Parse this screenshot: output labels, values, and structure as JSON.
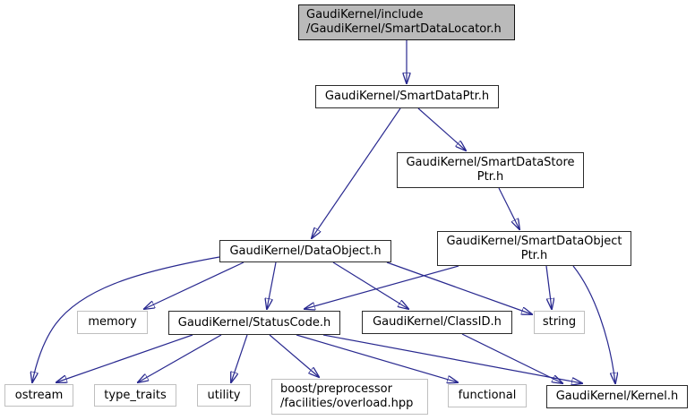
{
  "diagram": {
    "kind": "include-dependency-graph",
    "colors": {
      "edge": "#28288f",
      "node_border": "#2b2b2b",
      "leaf_border": "#bfbfbf",
      "root_fill": "#bababa",
      "node_fill": "#ffffff",
      "background": "#ffffff"
    },
    "nodes": {
      "locator": {
        "label": "GaudiKernel/include\n/GaudiKernel/SmartDataLocator.h"
      },
      "smartdataptr": {
        "label": "GaudiKernel/SmartDataPtr.h"
      },
      "storeptr": {
        "label": "GaudiKernel/SmartDataStore\nPtr.h"
      },
      "dataobject": {
        "label": "GaudiKernel/DataObject.h"
      },
      "objectptr": {
        "label": "GaudiKernel/SmartDataObject\nPtr.h"
      },
      "memory": {
        "label": "memory"
      },
      "statuscode": {
        "label": "GaudiKernel/StatusCode.h"
      },
      "classid": {
        "label": "GaudiKernel/ClassID.h"
      },
      "string": {
        "label": "string"
      },
      "ostream": {
        "label": "ostream"
      },
      "type_traits": {
        "label": "type_traits"
      },
      "utility": {
        "label": "utility"
      },
      "boost": {
        "label": "boost/preprocessor\n/facilities/overload.hpp"
      },
      "functional": {
        "label": "functional"
      },
      "kernel": {
        "label": "GaudiKernel/Kernel.h"
      }
    },
    "edges": [
      {
        "from": "locator",
        "to": "smartdataptr"
      },
      {
        "from": "smartdataptr",
        "to": "dataobject"
      },
      {
        "from": "smartdataptr",
        "to": "storeptr"
      },
      {
        "from": "storeptr",
        "to": "objectptr"
      },
      {
        "from": "dataobject",
        "to": "ostream"
      },
      {
        "from": "dataobject",
        "to": "memory"
      },
      {
        "from": "dataobject",
        "to": "statuscode"
      },
      {
        "from": "dataobject",
        "to": "classid"
      },
      {
        "from": "dataobject",
        "to": "string"
      },
      {
        "from": "objectptr",
        "to": "statuscode"
      },
      {
        "from": "objectptr",
        "to": "string"
      },
      {
        "from": "objectptr",
        "to": "kernel"
      },
      {
        "from": "statuscode",
        "to": "ostream"
      },
      {
        "from": "statuscode",
        "to": "type_traits"
      },
      {
        "from": "statuscode",
        "to": "utility"
      },
      {
        "from": "statuscode",
        "to": "boost"
      },
      {
        "from": "statuscode",
        "to": "functional"
      },
      {
        "from": "statuscode",
        "to": "kernel"
      },
      {
        "from": "classid",
        "to": "kernel"
      }
    ]
  }
}
